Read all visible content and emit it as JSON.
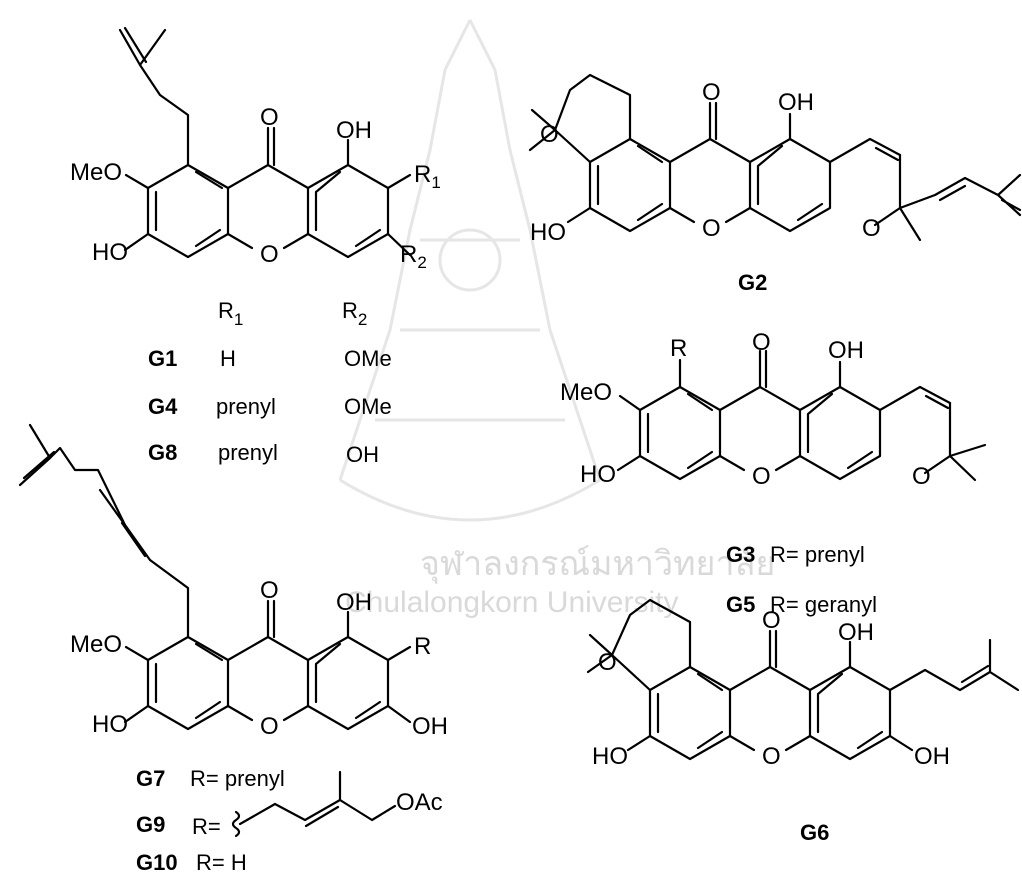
{
  "watermark": {
    "thai": "จุฬาลงกรณ์มหาวิทยาลัย",
    "english": "Chulalongkorn University"
  },
  "atoms": {
    "O": "O",
    "OH": "OH",
    "HO": "HO",
    "MeO": "MeO",
    "R": "R",
    "R1": "R",
    "R1_sub": "1",
    "R2": "R",
    "R2_sub": "2",
    "OAc": "OAc"
  },
  "table": {
    "headers": {
      "r1": "R",
      "r1_sub": "1",
      "r2": "R",
      "r2_sub": "2"
    },
    "rows": [
      {
        "label": "G1",
        "r1": "H",
        "r2": "OMe"
      },
      {
        "label": "G4",
        "r1": "prenyl",
        "r2": "OMe"
      },
      {
        "label": "G8",
        "r1": "prenyl",
        "r2": "OH"
      }
    ]
  },
  "compounds": {
    "g2": "G2",
    "g3": {
      "label": "G3",
      "text": "R= prenyl"
    },
    "g5": {
      "label": "G5",
      "text": "R= geranyl"
    },
    "g7": {
      "label": "G7",
      "text": "R= prenyl"
    },
    "g9": {
      "label": "G9",
      "text": "R="
    },
    "g10": {
      "label": "G10",
      "text": "R= H"
    },
    "g6": "G6"
  }
}
